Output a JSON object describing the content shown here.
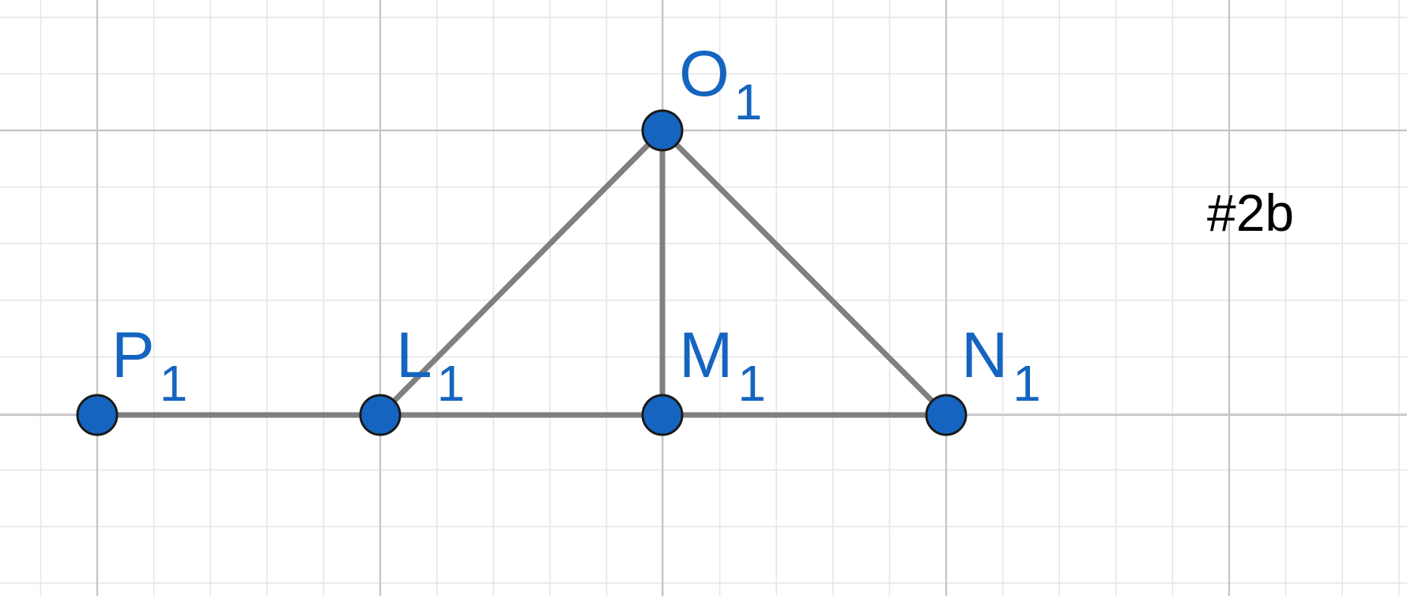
{
  "diagram": {
    "colors": {
      "point_fill": "#1565c0",
      "point_stroke": "#1a1a1a",
      "segment": "#808080",
      "label": "#1565c0",
      "note": "#000000",
      "grid_major": "#c4c4c4",
      "grid_minor": "#e6e6e6"
    },
    "points": [
      {
        "id": "P",
        "label": "P",
        "sub": "1"
      },
      {
        "id": "L",
        "label": "L",
        "sub": "1"
      },
      {
        "id": "M",
        "label": "M",
        "sub": "1"
      },
      {
        "id": "N",
        "label": "N",
        "sub": "1"
      },
      {
        "id": "O",
        "label": "O",
        "sub": "1"
      }
    ],
    "segments": [
      [
        "P",
        "L"
      ],
      [
        "L",
        "M"
      ],
      [
        "M",
        "N"
      ],
      [
        "L",
        "O"
      ],
      [
        "O",
        "M"
      ],
      [
        "O",
        "N"
      ]
    ],
    "annotation": "#2b"
  }
}
